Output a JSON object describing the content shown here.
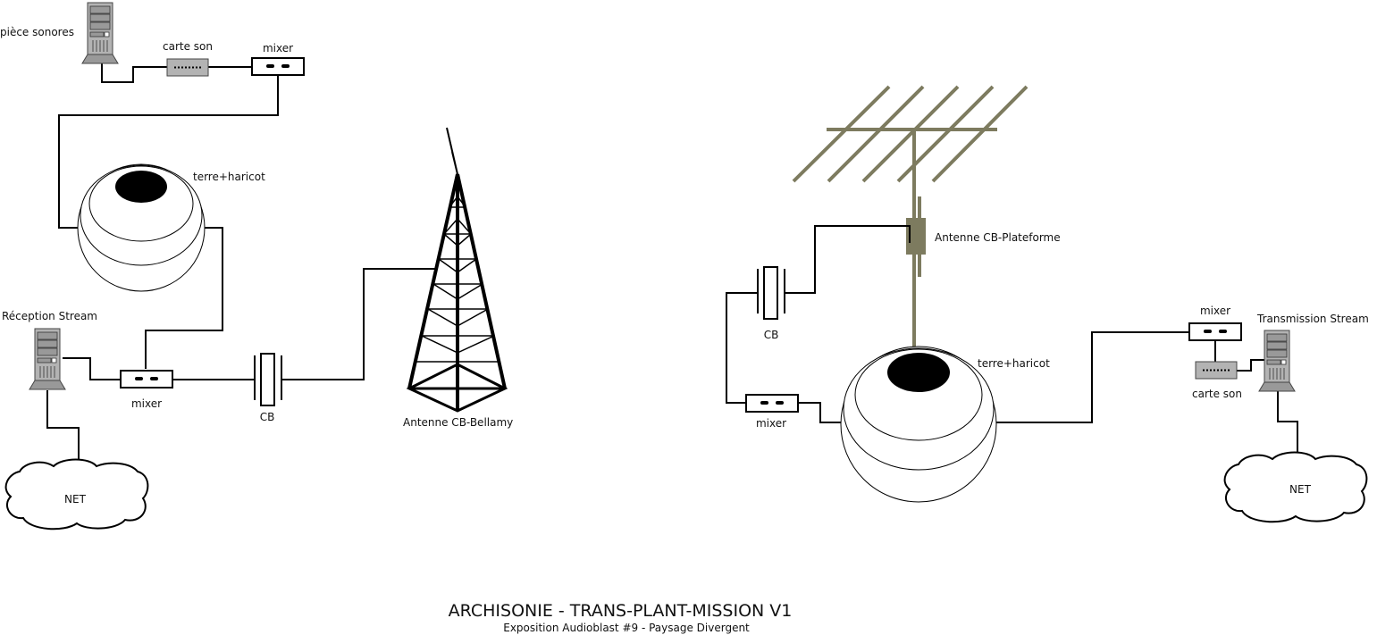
{
  "title": "ARCHISONIE - TRANS-PLANT-MISSION V1",
  "subtitle": "Exposition Audioblast #9 - Paysage Divergent",
  "left": {
    "computer_top_label": "pièce sonores",
    "soundcard_top_label": "carte son",
    "mixer_top_label": "mixer",
    "plant_label": "terre+haricot",
    "computer_bottom_label": "Réception Stream",
    "mixer_bottom_label": "mixer",
    "cb_label": "CB",
    "antenna_label": "Antenne CB-Bellamy",
    "cloud_label": "NET"
  },
  "right": {
    "antenna_label": "Antenne CB-Plateforme",
    "cb_label": "CB",
    "mixer_left_label": "mixer",
    "plant_label": "terre+haricot",
    "mixer_right_label": "mixer",
    "soundcard_label": "carte son",
    "computer_label": "Transmission Stream",
    "cloud_label": "NET"
  },
  "colors": {
    "antenna": "#7d7b5f",
    "device_gray": "#b3b3b3"
  }
}
